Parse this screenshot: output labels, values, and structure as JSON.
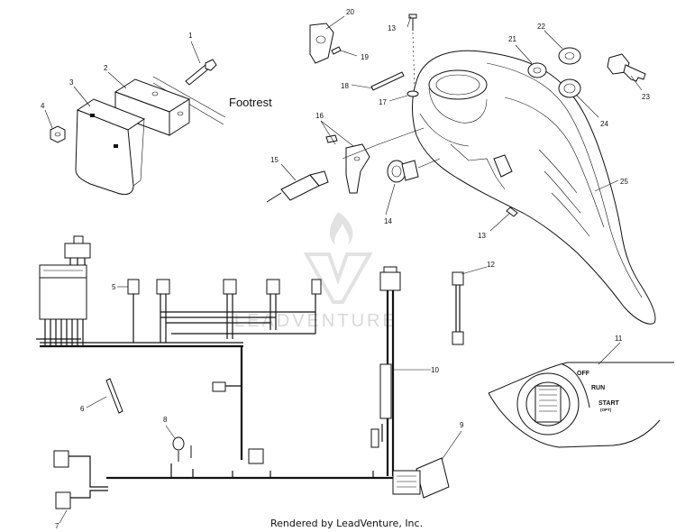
{
  "diagram": {
    "footrest_label": "Footrest",
    "footer": "Rendered by LeadVenture, Inc.",
    "watermark": "LEADVENTURE",
    "switch_labels": {
      "off": "OFF",
      "run": "RUN",
      "start": "START",
      "opt": "(OPT)"
    },
    "callouts": [
      "1",
      "2",
      "3",
      "4",
      "5",
      "6",
      "7",
      "8",
      "9",
      "10",
      "11",
      "12",
      "13",
      "13",
      "14",
      "15",
      "16",
      "17",
      "18",
      "19",
      "20",
      "21",
      "22",
      "23",
      "24",
      "25"
    ]
  }
}
